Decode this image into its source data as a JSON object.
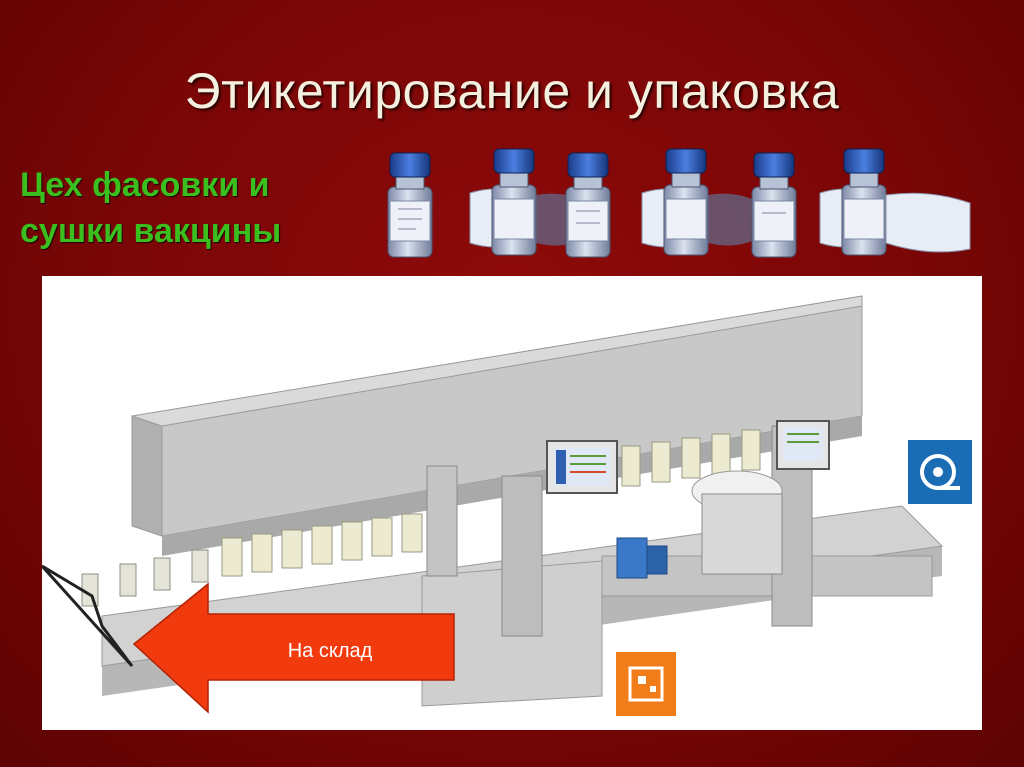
{
  "slide": {
    "title": "Этикетирование и упаковка",
    "subtitle": "Цех фасовки и сушки вакцины"
  },
  "vials": {
    "count": 6
  },
  "machine": {
    "exit_arrow_label": "На склад",
    "icons": [
      "label-roll-icon",
      "qr-code-icon"
    ]
  },
  "colors": {
    "background": "#7a0606",
    "title": "#f4f0df",
    "subtitle": "#3bbf1e",
    "arrow": "#f23a0f",
    "label_badge": "#1a6db5",
    "qr_badge": "#f07d1a"
  }
}
